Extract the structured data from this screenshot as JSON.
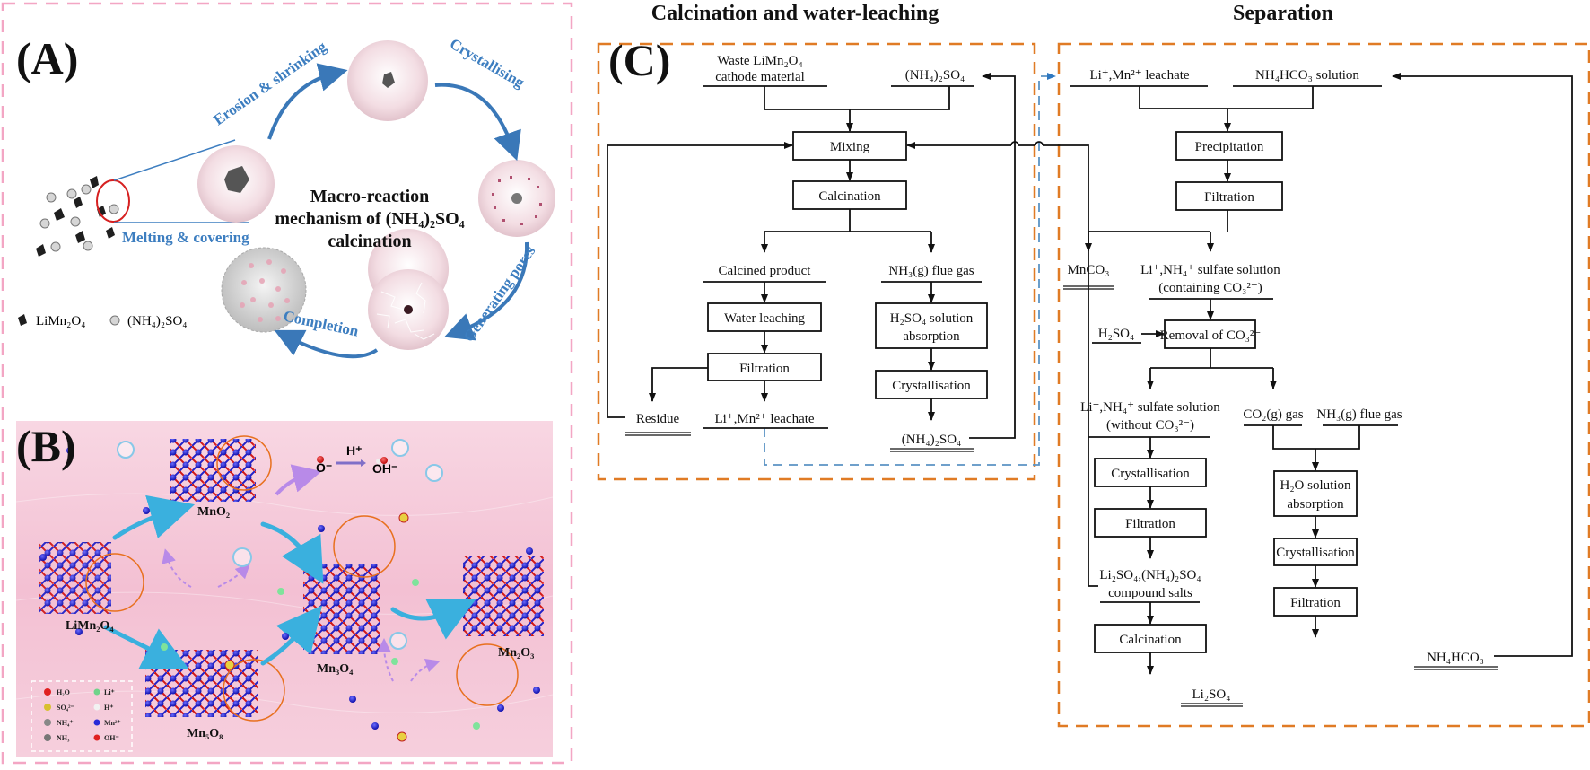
{
  "panelA": {
    "label": "(A)",
    "title_lines": [
      "Macro-reaction",
      "mechanism of (NH₄)₂SO₄",
      "calcination"
    ],
    "steps": {
      "melting": "Melting & covering",
      "erosion": "Erosion & shrinking",
      "crystallising": "Crystallising",
      "pores": "Generating pores",
      "completion": "Completion"
    },
    "legend": [
      {
        "label": "LiMn₂O₄",
        "symbol": "dark-crystal"
      },
      {
        "label": "(NH₄)₂SO₄",
        "symbol": "light-crystal"
      }
    ],
    "colors": {
      "step_text": "#3d7ec0",
      "border": "#f3a6c4",
      "sphere": "#f2dde3"
    }
  },
  "panelB": {
    "label": "(B)",
    "species": [
      "LiMn₂O₄",
      "MnO₂",
      "Mn₅O₈",
      "Mn₃O₄",
      "Mn₂O₃"
    ],
    "reaction": {
      "left": "O⁻",
      "catalyst": "H⁺",
      "right": "OH⁻"
    },
    "legend": [
      {
        "label": "H₂O",
        "color": "#e02020"
      },
      {
        "label": "SO₄²⁻",
        "color": "#d8c030"
      },
      {
        "label": "NH₄⁺",
        "color": "#888888"
      },
      {
        "label": "NH₃",
        "color": "#777777"
      },
      {
        "label": "Li⁺",
        "color": "#6fd38a"
      },
      {
        "label": "H⁺",
        "color": "#f2f2f2"
      },
      {
        "label": "Mn²⁺",
        "color": "#2a2ad8"
      },
      {
        "label": "OH⁻",
        "color": "#e02020"
      }
    ],
    "colors": {
      "background": "#f5c6d8"
    }
  },
  "panelC": {
    "label": "(C)",
    "section_titles": {
      "left": "Calcination and water-leaching",
      "right": "Separation"
    },
    "left": {
      "input1": [
        "Waste LiMn₂O₄",
        "cathode material"
      ],
      "input2": "(NH₄)₂SO₄",
      "mixing": "Mixing",
      "calcination": "Calcination",
      "calcined_product": "Calcined product",
      "flue_gas": "NH₃(g) flue gas",
      "water_leaching": "Water leaching",
      "h2so4_absorption": [
        "H₂SO₄ solution",
        "absorption"
      ],
      "filtration": "Filtration",
      "crystallisation": "Crystallisation",
      "residue": "Residue",
      "leachate": "Li⁺,Mn²⁺ leachate",
      "ammonium_sulfate": "(NH₄)₂SO₄"
    },
    "right": {
      "leachate": "Li⁺,Mn²⁺ leachate",
      "nh4hco3_solution": "NH₄HCO₃ solution",
      "precipitation": "Precipitation",
      "filtration1": "Filtration",
      "mnco3": "MnCO₃",
      "sulfate_containing": [
        "Li⁺,NH₄⁺ sulfate solution",
        "(containing CO₃²⁻)"
      ],
      "h2so4": "H₂SO₄",
      "removal": "Removal of CO₃²⁻",
      "sulfate_without": [
        "Li⁺,NH₄⁺ sulfate solution",
        "(without CO₃²⁻)"
      ],
      "co2_gas": "CO₂(g) gas",
      "nh3_gas": "NH₃(g) flue gas",
      "crystallisation1": "Crystallisation",
      "filtration2": "Filtration",
      "h2o_absorption": [
        "H₂O solution",
        "absorption"
      ],
      "crystallisation2": "Crystallisation",
      "compound_salts": [
        "Li₂SO₄,(NH₄)₂SO₄",
        "compound salts"
      ],
      "filtration3": "Filtration",
      "calcination": "Calcination",
      "nh4hco3": "NH₄HCO₃",
      "li2so4": "Li₂SO₄"
    },
    "colors": {
      "section_border": "#e07b25",
      "transfer_line": "#5b93c4",
      "line": "#111111"
    }
  }
}
